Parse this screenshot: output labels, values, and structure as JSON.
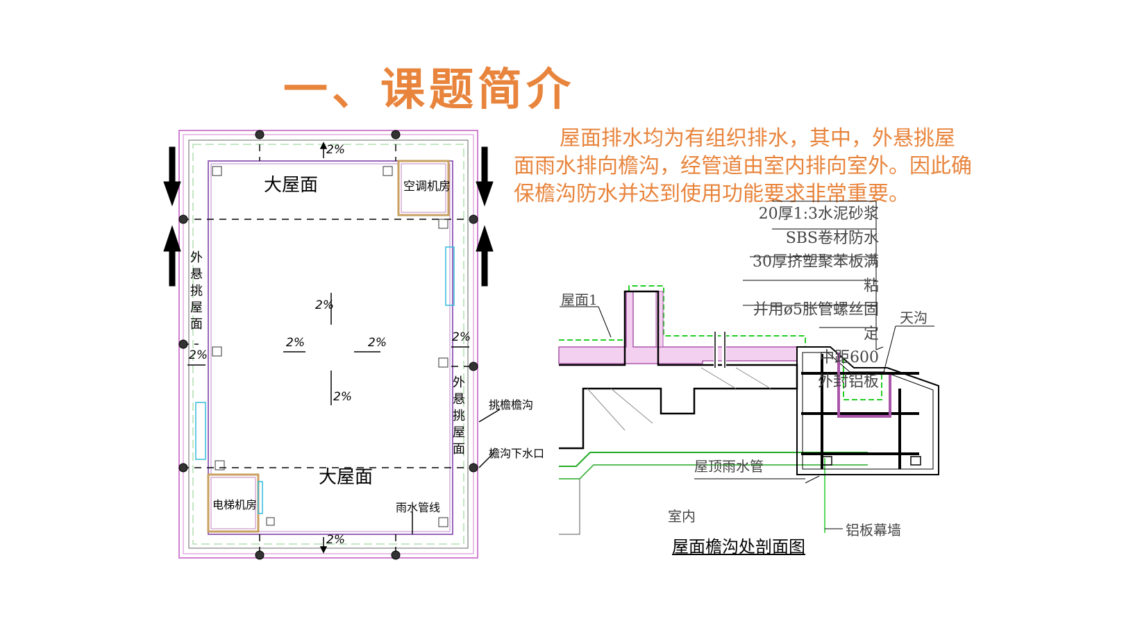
{
  "title": "一、课题简介",
  "intro": {
    "line1": "屋面排水均为有组织排水，其中，外悬挑屋",
    "line2": "面雨水排向檐沟，经管道由室内排向室外。因此确",
    "line3": "保檐沟防水并达到使用功能要求非常重要。"
  },
  "plan": {
    "big_roof_top": "大屋面",
    "big_roof_bottom": "大屋面",
    "ac_room": "空调机房",
    "elevator_room": "电梯机房",
    "overhang_left": [
      "外",
      "悬",
      "挑",
      "屋",
      "面"
    ],
    "overhang_right": [
      "外",
      "悬",
      "挑",
      "屋",
      "面"
    ],
    "slope_top": "2%",
    "slope_bottom": "2%",
    "slope_left": "2%",
    "slope_right": "2%",
    "slope_center_up": "2%",
    "slope_center_left": "2%",
    "slope_center_right": "2%",
    "slope_center_down": "2%",
    "label_gutter": "挑檐檐沟",
    "label_gutter_outlet": "檐沟下水口",
    "label_pipe": "雨水管线"
  },
  "section": {
    "layers": [
      "20厚1:3水泥砂浆",
      "SBS卷材防水",
      "30厚挤塑聚苯板满粘",
      "并用ø5胀管螺丝固定",
      "中距600",
      "外封铝板"
    ],
    "label_roof": "屋面1",
    "label_gutter": "天沟",
    "label_pipe": "屋顶雨水管",
    "label_indoor": "室内",
    "label_curtain": "铝板幕墙",
    "caption": "屋面檐沟处剖面图"
  }
}
